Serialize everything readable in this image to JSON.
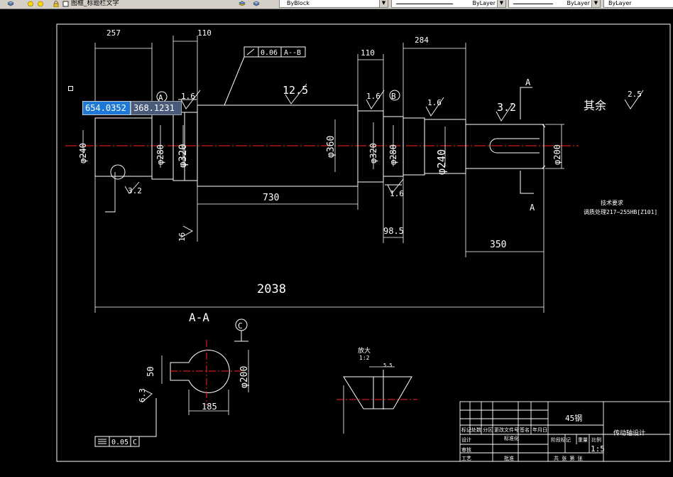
{
  "toolbar": {
    "layer_name": "图框_标题栏文字",
    "block_color": "ByBlock",
    "linetype": "ByLayer",
    "lineweight": "ByLayer",
    "plotstyle": "ByLayer"
  },
  "cursor": {
    "x_value": "654.0352",
    "y_value": "368.1231"
  },
  "dims": {
    "d257": "257",
    "d110a": "110",
    "d110b": "110",
    "d284": "284",
    "d730": "730",
    "d985": "98.5",
    "d350": "350",
    "d2038": "2038",
    "d185": "185",
    "d50": "50"
  },
  "diams": {
    "phi240a": "φ240",
    "phi280a": "φ280",
    "phi320a": "φ320",
    "phi360": "φ360",
    "phi320b": "φ320",
    "phi280b": "φ280",
    "phi240b": "φ240",
    "phi200": "φ200",
    "phi200s": "φ200"
  },
  "rough": {
    "r16a": "1.6",
    "r16b": "1.6",
    "r16c": "1.6",
    "r16d": "1.6",
    "r16e": "16",
    "r125": "12.5",
    "r32a": "3.2",
    "r32b": "3.2",
    "r25": "2.5",
    "r63": "6.3"
  },
  "labels": {
    "datum_a": "A",
    "datum_b": "B",
    "datum_c": "C",
    "sec_a_top": "A",
    "sec_a_bot": "A",
    "section_title": "A-A",
    "rest_label": "其余",
    "tol1_val": "0.06",
    "tol1_ref": "A--B",
    "tol2_val": "0.05",
    "tol2_ref": "C",
    "tech_title": "技术要求",
    "tech_line": "调质处理217~255HB[Z101]",
    "detail_title": "放大",
    "detail_scale": "1:2",
    "detail_dim": "5.5"
  },
  "title_block": {
    "material": "45钢",
    "drawing_name": "传动轴设计",
    "scale": "1:5",
    "row_header": [
      "标记",
      "处数",
      "分区",
      "更改文件号",
      "签名",
      "年月日"
    ],
    "design": "设计",
    "standard": "标准化",
    "stage": "阶段标记",
    "weight": "重量",
    "ratio": "比例",
    "review": "审核",
    "process": "工艺",
    "approve": "批准",
    "sheets": "共  张 第  张"
  }
}
